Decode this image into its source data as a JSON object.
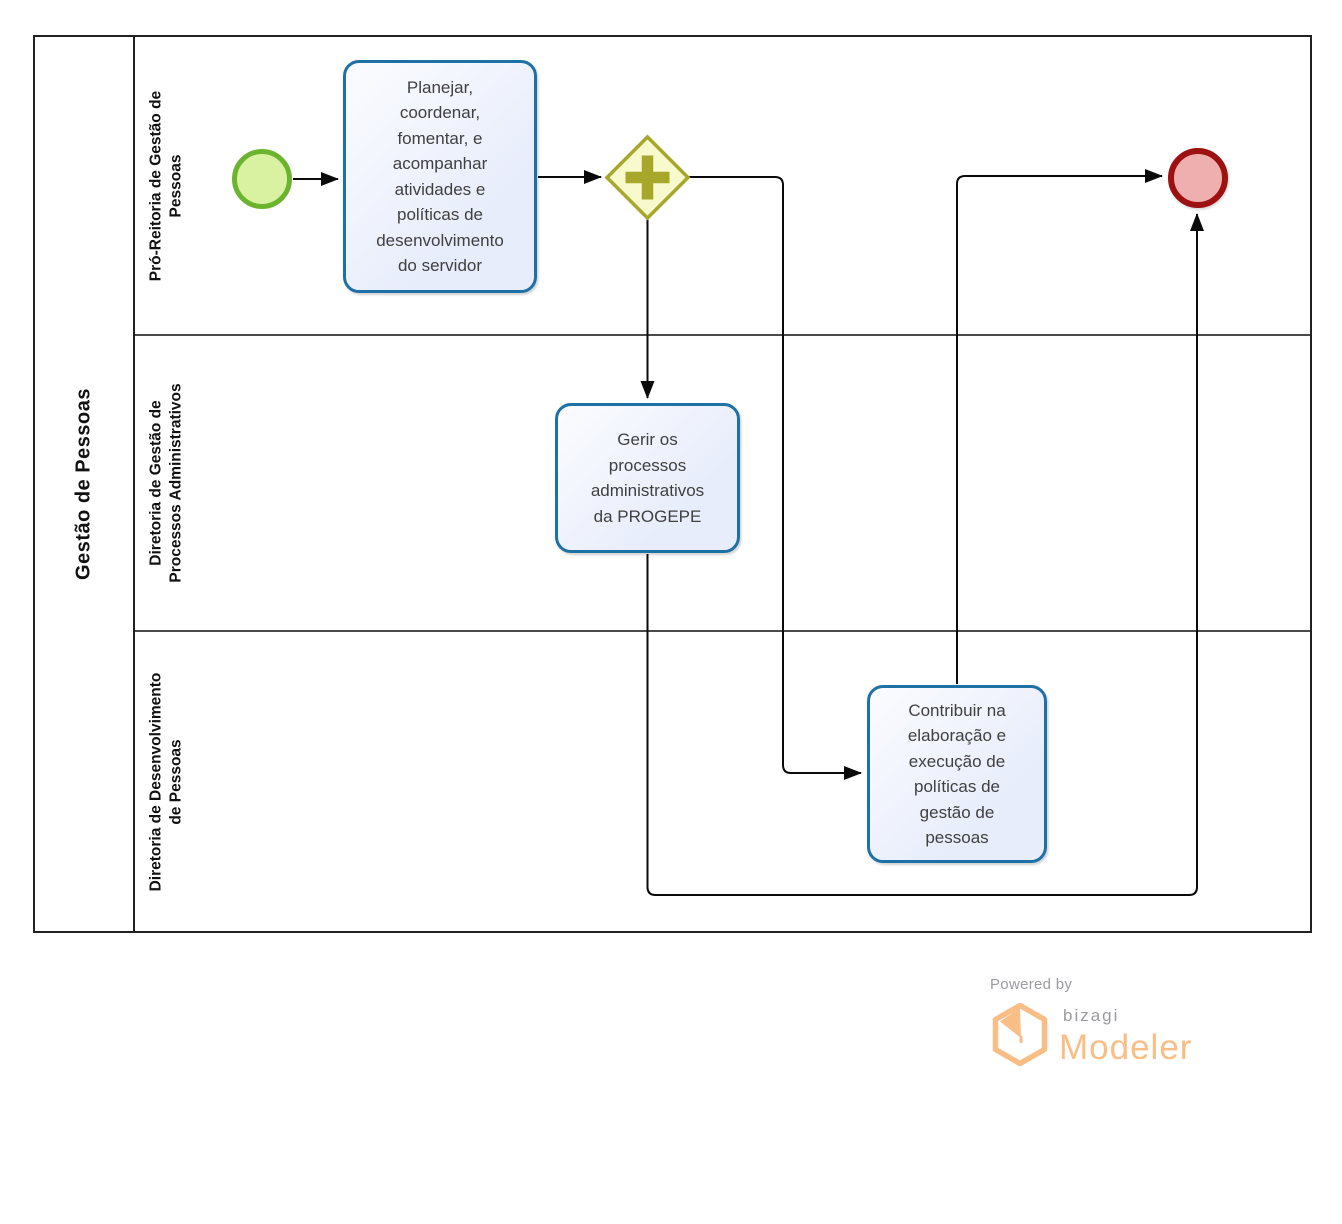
{
  "colors": {
    "pool-line": "#212121",
    "lane-line": "#4a4a4a",
    "task-border": "#1E71A5",
    "task-fill": "#E8EDFB",
    "start-border": "#6CB42F",
    "start-fill": "#D9F2A2",
    "end-border": "#9E1111",
    "end-fill": "#F0AFAF",
    "gateway-border": "#A7A82B",
    "gateway-fill": "#F9F9CE",
    "connector": "#0a0a0a",
    "text": "#404040",
    "brand-orange": "#F9BE85",
    "brand-gray": "#9b9ba0"
  },
  "pool": {
    "title": "Gestão de Pessoas"
  },
  "lanes": [
    {
      "label": "Pró-Reitoria de Gestão de\nPessoas"
    },
    {
      "label": "Diretoria de Gestão de\nProcessos Administrativos"
    },
    {
      "label": "Diretoria de Desenvolvimento\nde Pessoas"
    }
  ],
  "nodes": {
    "start": {
      "type": "start-event"
    },
    "task1": {
      "label": "Planejar,\ncoordenar,\nfomentar, e\nacompanhar\natividades e\npolíticas de\ndesenvolvimento\ndo servidor"
    },
    "gateway": {
      "type": "parallel-gateway"
    },
    "task2": {
      "label": "Gerir os\nprocessos\nadministrativos\nda PROGEPE"
    },
    "task3": {
      "label": "Contribuir na\nelaboração e\nexecução de\npolíticas de\ngestão de\npessoas"
    },
    "end": {
      "type": "end-event"
    }
  },
  "flows": [
    {
      "from": "start-event",
      "to": "task1"
    },
    {
      "from": "task1",
      "to": "parallel-gateway"
    },
    {
      "from": "parallel-gateway",
      "to": "task2"
    },
    {
      "from": "parallel-gateway",
      "to": "task3"
    },
    {
      "from": "task3",
      "to": "end-event"
    },
    {
      "from": "task2",
      "to": "end-event"
    }
  ],
  "branding": {
    "powered_by": "Powered by",
    "brand": "bizagi",
    "product": "Modeler"
  }
}
